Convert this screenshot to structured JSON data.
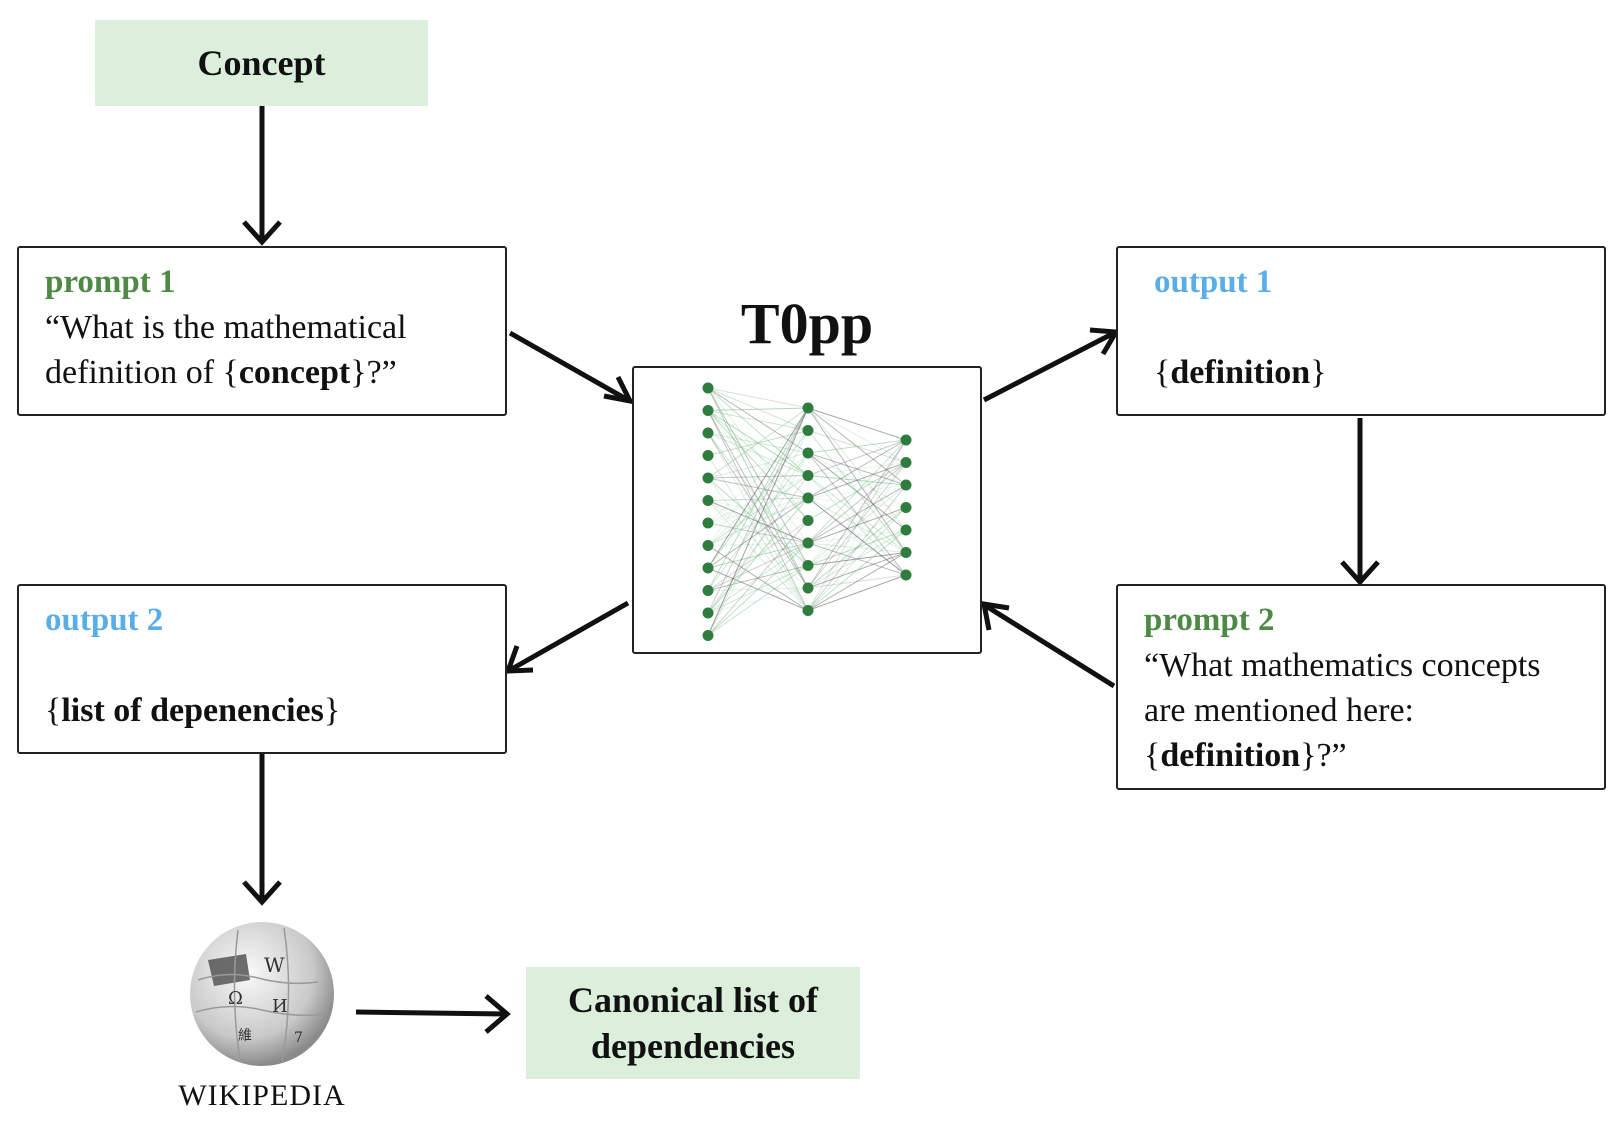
{
  "concept_label": "Concept",
  "prompt1": {
    "label": "prompt 1",
    "line1": "“What is the mathematical",
    "line2_pre": "definition of {",
    "line2_bold": "concept",
    "line2_post": "}?”"
  },
  "model_name": "T0pp",
  "output1": {
    "label": "output 1",
    "open": "{",
    "bold": "definition",
    "close": "}"
  },
  "prompt2": {
    "label": "prompt 2",
    "line1": "“What mathematics concepts",
    "line2": "are mentioned here:",
    "line3_pre": "{",
    "line3_bold": "definition",
    "line3_post": "}?”"
  },
  "output2": {
    "label": "output 2",
    "open": "{",
    "bold": "list of depenencies",
    "close": "}"
  },
  "wikipedia_wordmark": "WIKIPEDIA",
  "canonical": {
    "line1": "Canonical list of",
    "line2": "dependencies"
  },
  "colors": {
    "green_fill": "#dcefdc",
    "prompt_label": "#4e8a45",
    "output_label": "#5aaee8",
    "nn_node": "#2e7d3e"
  }
}
